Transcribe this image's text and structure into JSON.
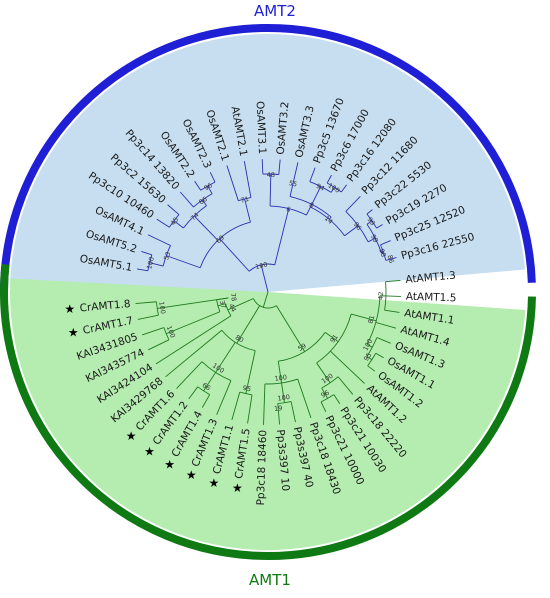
{
  "colors": {
    "amt2_ring": "#1f1fd6",
    "amt2_fill": "#c6def0",
    "amt2_branch": "#2d2db0",
    "amt1_ring": "#0f7a14",
    "amt1_fill": "#b5ecb0",
    "amt1_branch": "#1d7a1d",
    "star": "#000000"
  },
  "clades": {
    "amt2": "AMT2",
    "amt1": "AMT1"
  },
  "leaves": {
    "amt2": [
      "OsAMT5.1",
      "OsAMT5.2",
      "OsAMT4.1",
      "Pp3c10 10460",
      "Pp3c2 15630",
      "Pp3c14 13820",
      "OsAMT2.2",
      "OsAMT2.3",
      "OsAMT2.1",
      "AtAMT2.1",
      "OsAMT3.1",
      "OsAMT3.2",
      "OsAMT3.3",
      "Pp3c5 13670",
      "Pp3c6 17000",
      "Pp3c16 12080",
      "Pp3c12 11680",
      "Pp3c22 5530",
      "Pp3c19 2270",
      "Pp3c25 12520",
      "Pp3c16 22550"
    ],
    "amt1": [
      "AtAMT1.3",
      "AtAMT1.5",
      "AtAMT1.1",
      "AtAMT1.4",
      "OsAMT1.3",
      "OsAMT1.1",
      "OsAMT1.2",
      "AtAMT1.2",
      "Pp3c18 22220",
      "Pp3c21 10030",
      "Pp3c21 10000",
      "Pp3c18 18430",
      "Pp3s397 40",
      "Pp3s397 10",
      "Pp3c18 18460",
      "CrAMT1.5",
      "CrAMT1.1",
      "CrAMT1.3",
      "CrAMT1.4",
      "CrAMT1.2",
      "CrAMT1.6",
      "KAI3429768",
      "KAI3424104",
      "KAI3435774",
      "KAI3431805",
      "CrAMT1.7",
      "CrAMT1.8"
    ]
  },
  "starred_leaves": [
    "CrAMT1.8",
    "CrAMT1.7",
    "CrAMT1.6",
    "CrAMT1.2",
    "CrAMT1.4",
    "CrAMT1.3",
    "CrAMT1.1",
    "CrAMT1.5"
  ],
  "bootstrap": {
    "amt2": [
      "100",
      "53",
      "45",
      "74",
      "86",
      "96",
      "71",
      "69",
      "100",
      "48",
      "55",
      "6",
      "8",
      "94",
      "100",
      "14",
      "96",
      "99",
      "98",
      "86"
    ],
    "amt1": [
      "100",
      "78",
      "37",
      "100",
      "44",
      "66",
      "100",
      "95",
      "80",
      "59",
      "91",
      "42",
      "81",
      "100",
      "95",
      "100",
      "96",
      "100",
      "100",
      "19",
      "91"
    ]
  }
}
